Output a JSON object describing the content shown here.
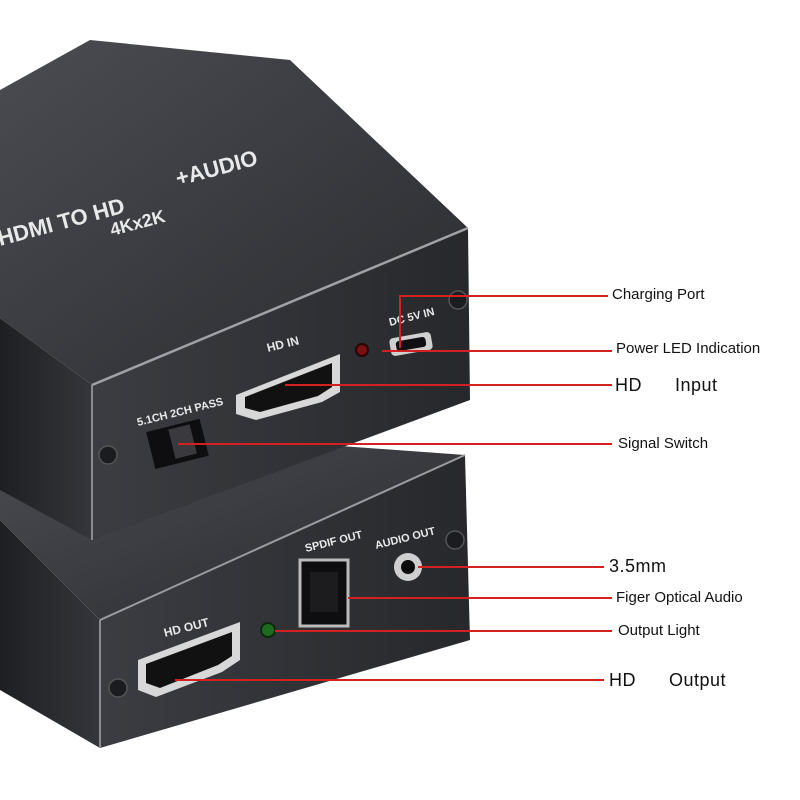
{
  "device": {
    "top_face_text": [
      "HDMI TO HD",
      "+AUDIO",
      "4Kx2K"
    ],
    "top_unit_ports": {
      "hdmi_in": "HD IN",
      "dc_in": "DC 5V IN",
      "switch": "5.1CH 2CH PASS"
    },
    "bottom_unit_ports": {
      "hdmi_out": "HD OUT",
      "spdif_out": "SPDIF OUT",
      "audio_out": "AUDIO OUT"
    }
  },
  "callouts": [
    {
      "id": "charging-port",
      "text": "Charging Port"
    },
    {
      "id": "power-led",
      "text": "Power LED Indication"
    },
    {
      "id": "hd-input",
      "text": "HD      Input"
    },
    {
      "id": "signal-switch",
      "text": "Signal Switch"
    },
    {
      "id": "audio-35mm",
      "text": "3.5mm"
    },
    {
      "id": "optical-audio",
      "text": "Figer Optical Audio"
    },
    {
      "id": "output-light",
      "text": "Output Light"
    },
    {
      "id": "hd-output",
      "text": "HD      Output"
    }
  ],
  "colors": {
    "leader_line": "#d42020",
    "body_dark": "#2e2f33",
    "body_light": "#56585e",
    "led_red": "#7a1010",
    "led_green": "#1e6a1e"
  }
}
